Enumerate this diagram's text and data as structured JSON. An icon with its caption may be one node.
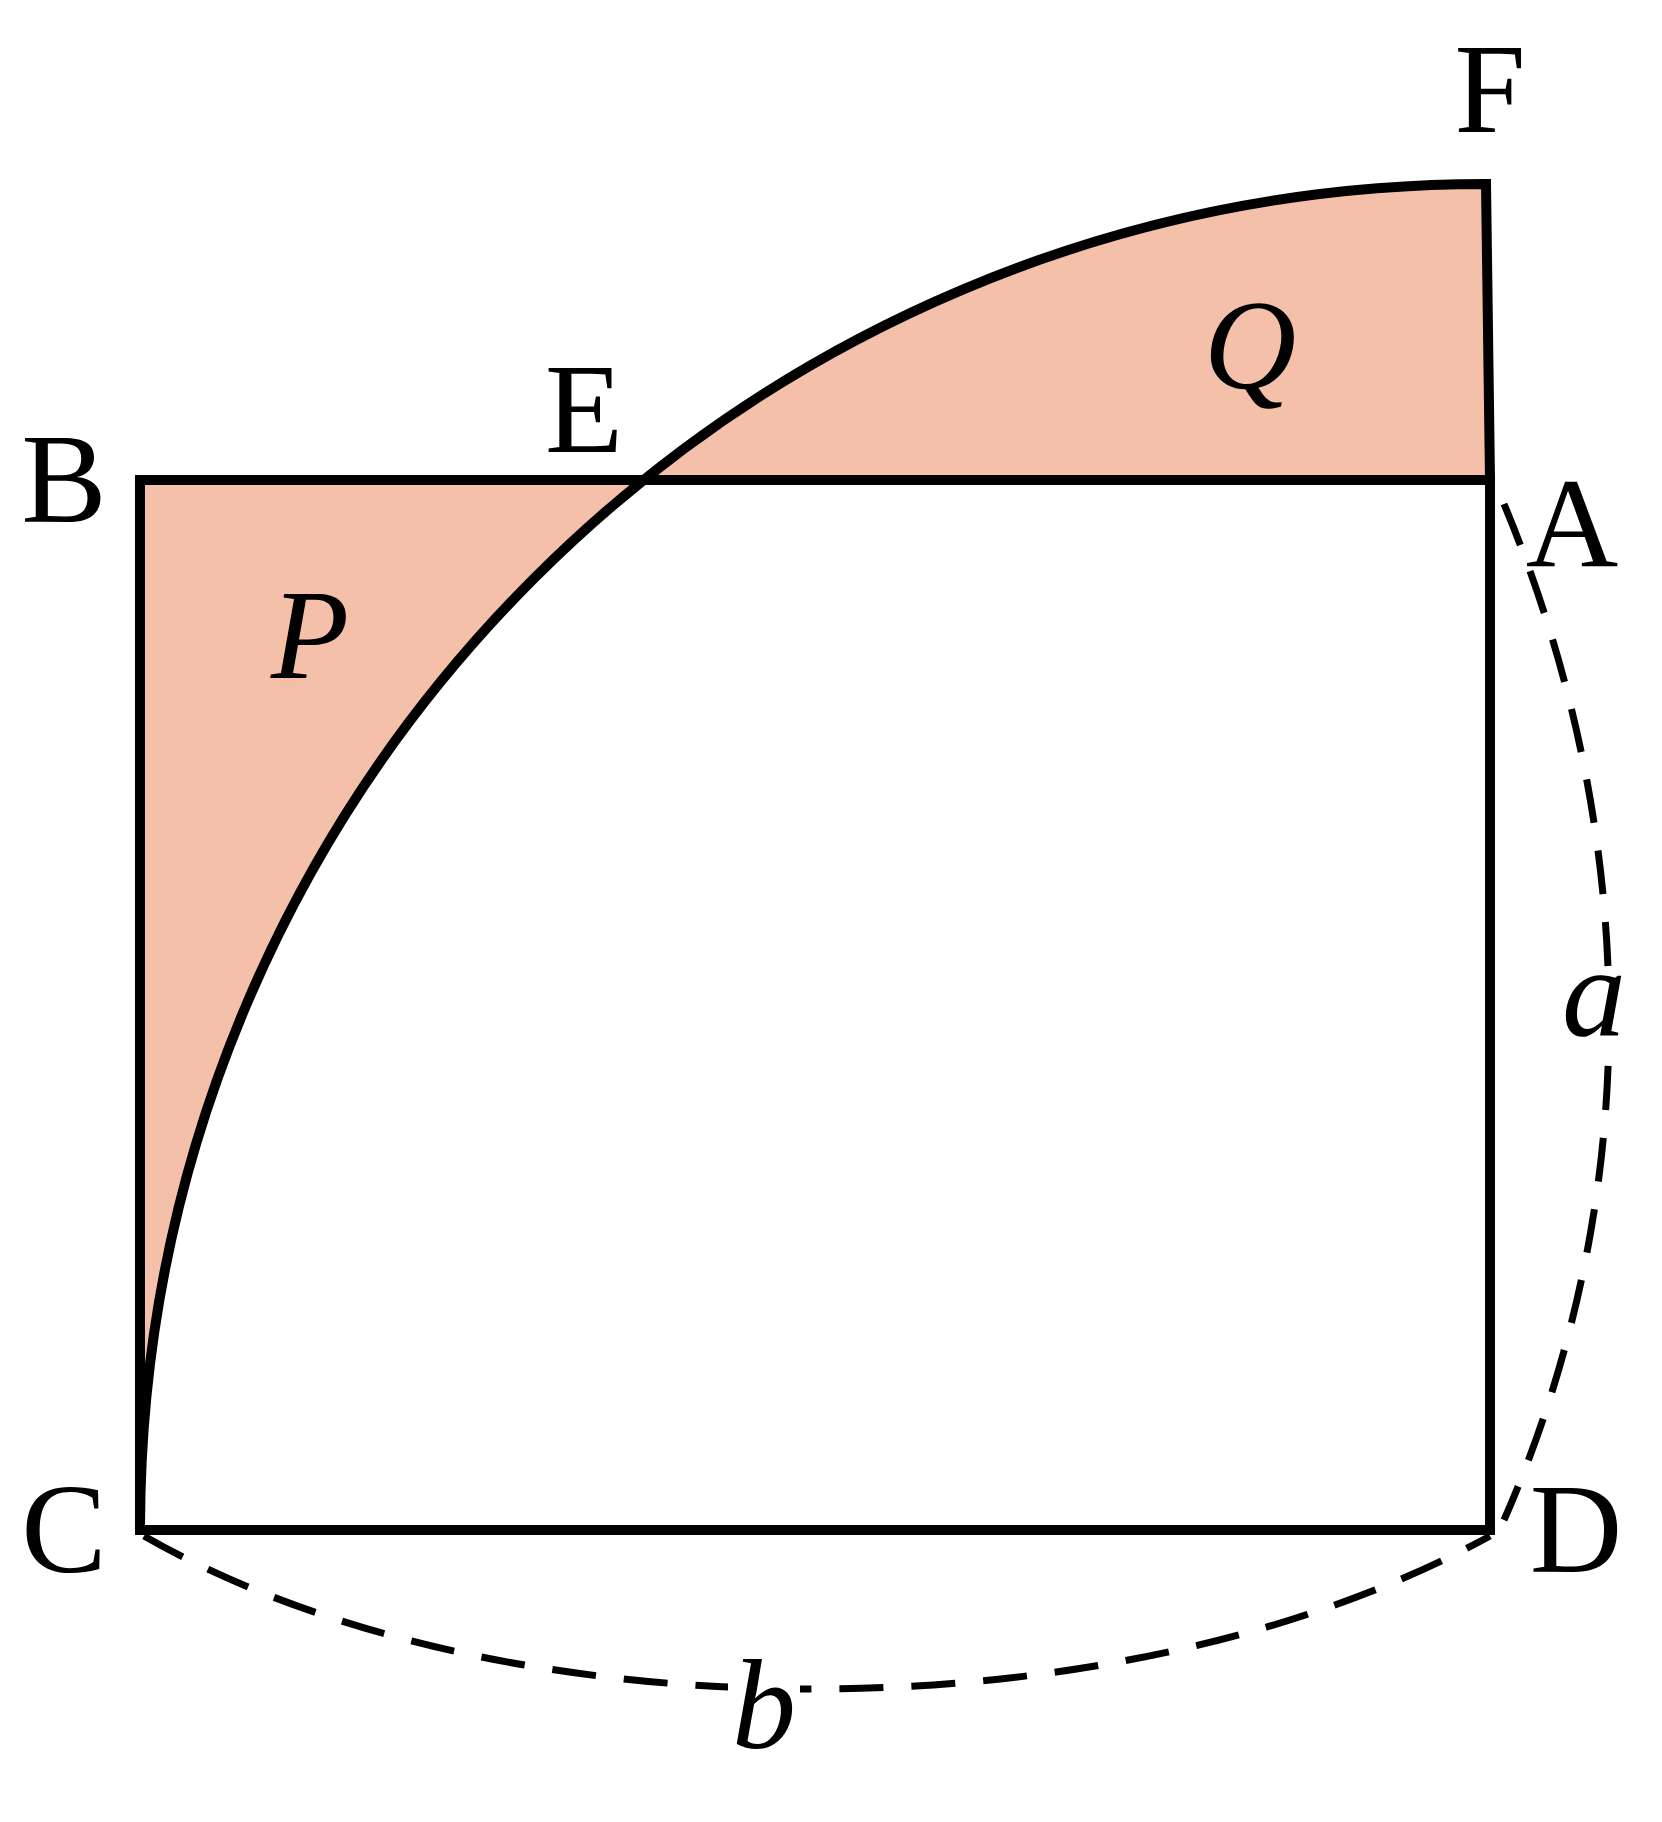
{
  "diagram": {
    "labels": [
      "F",
      "E",
      "Q",
      "B",
      "A",
      "P",
      "a",
      "b",
      "C",
      "D"
    ]
  }
}
